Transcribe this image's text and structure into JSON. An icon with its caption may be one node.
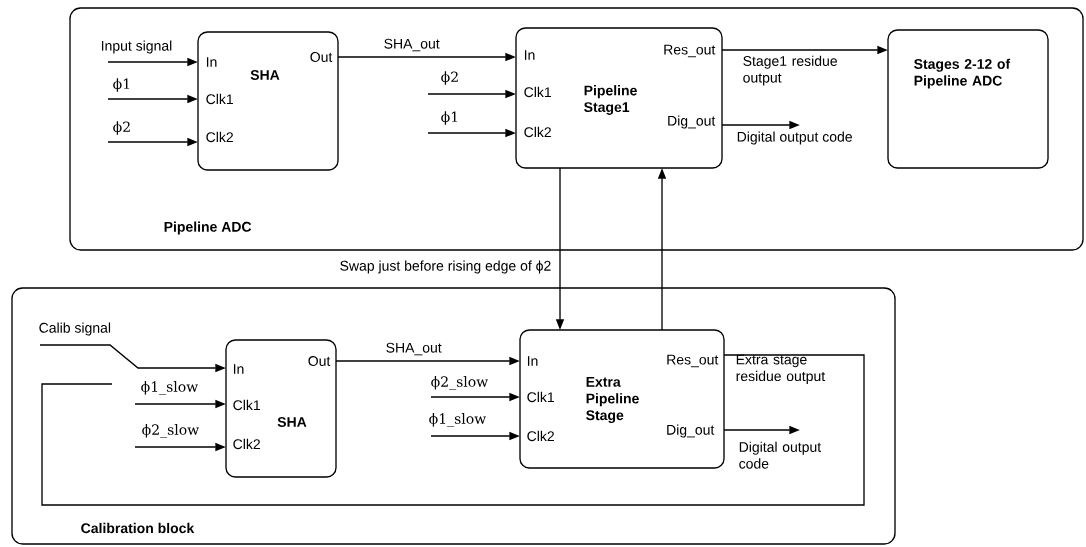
{
  "diagram": {
    "nodes": [
      {
        "text": [
          "Pipeline ADC"
        ]
      },
      {
        "text": [
          "In",
          "Out",
          "SHA",
          "Clk1",
          "Clk2"
        ],
        "in": 0
      },
      {
        "text": [
          "In",
          "Res_out",
          "Clk1",
          "Pipeline Stage1",
          "Clk2",
          "Dig_out"
        ],
        "in": 0
      },
      {
        "text": [
          "Stages 2-12 of Pipeline ADC"
        ],
        "in": 0
      },
      {
        "text": [
          "Calibration block"
        ]
      },
      {
        "text": [
          "In",
          "Out",
          "Clk1",
          "SHA",
          "Clk2"
        ],
        "in": 4
      },
      {
        "text": [
          "In",
          "Res_out",
          "Clk1",
          "Extra Pipeline Stage",
          "Clk2",
          "Dig_out"
        ],
        "in": 4
      }
    ],
    "edges": [
      {
        "from": null,
        "to": 1,
        "arrow": "to",
        "label": "Input signal"
      },
      {
        "from": null,
        "to": 1,
        "arrow": "to",
        "label": "ϕ1"
      },
      {
        "from": null,
        "to": 1,
        "arrow": "to",
        "label": "ϕ2"
      },
      {
        "from": 1,
        "to": 2,
        "arrow": "to",
        "label": "SHA_out"
      },
      {
        "from": null,
        "to": 2,
        "arrow": "to",
        "label": "ϕ2"
      },
      {
        "from": null,
        "to": 2,
        "arrow": "to",
        "label": "ϕ1"
      },
      {
        "from": 2,
        "to": 3,
        "arrow": "to",
        "label": "Stage1 residue output"
      },
      {
        "from": 2,
        "to": null,
        "arrow": "to",
        "label": "Digital output code"
      },
      {
        "from": 2,
        "to": 6,
        "arrow": "to"
      },
      {
        "from": 6,
        "to": 2,
        "arrow": "to"
      },
      {
        "from": null,
        "to": 5,
        "arrow": "to",
        "label": "Calib signal"
      },
      {
        "from": null,
        "to": 5,
        "arrow": "to",
        "label": "ϕ1_slow"
      },
      {
        "from": null,
        "to": 5,
        "arrow": "to",
        "label": "ϕ2_slow"
      },
      {
        "from": 5,
        "to": 6,
        "arrow": "to",
        "label": "SHA_out"
      },
      {
        "from": null,
        "to": 6,
        "arrow": "to",
        "label": "ϕ2_slow"
      },
      {
        "from": null,
        "to": 6,
        "arrow": "to",
        "label": "ϕ1_slow"
      },
      {
        "from": 6,
        "to": null,
        "arrow": "none",
        "label": "Extra stage residue output"
      },
      {
        "from": 6,
        "to": null,
        "arrow": "to",
        "label": "Digital output code"
      }
    ],
    "labels": [
      "Swap just before rising edge of ϕ2"
    ]
  }
}
